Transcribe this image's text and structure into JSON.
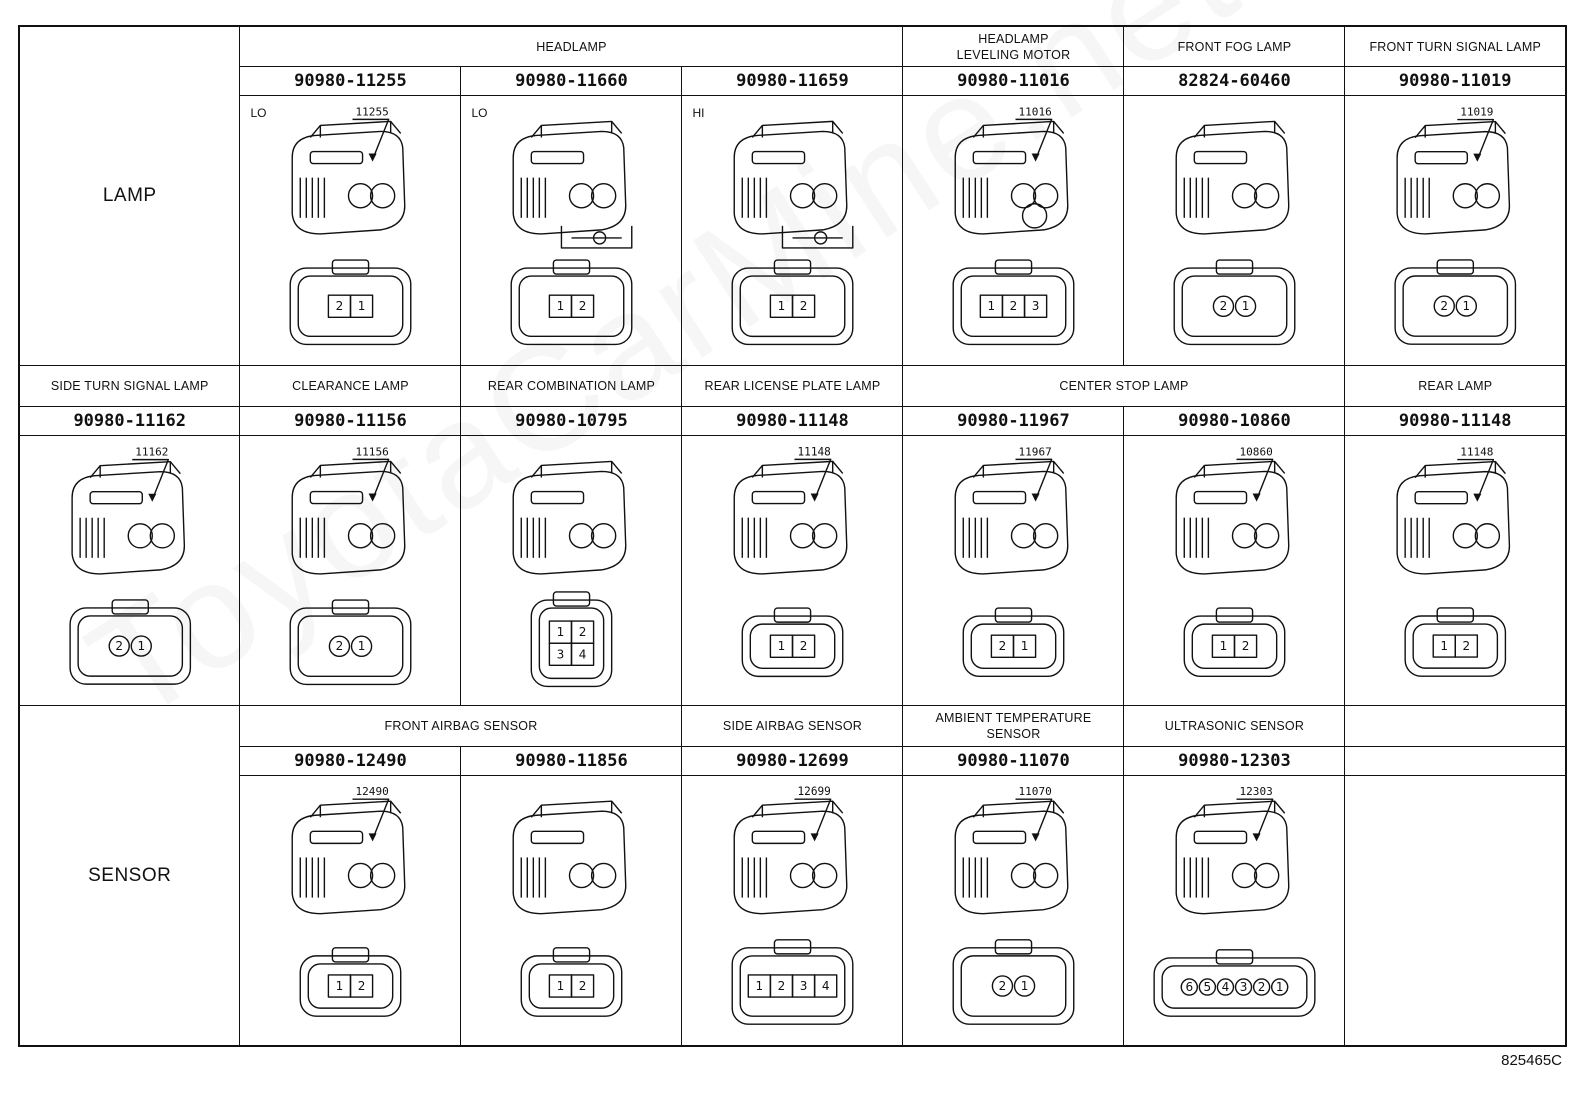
{
  "document_id": "825465C",
  "watermark": "ToyotaCarMine.net",
  "categories": {
    "lamp": "LAMP",
    "sensor": "SENSOR"
  },
  "row1": {
    "groups": [
      {
        "name": "HEADLAMP"
      },
      {
        "name": "HEADLAMP\nLEVELING MOTOR"
      },
      {
        "name": "FRONT FOG LAMP"
      },
      {
        "name": "FRONT TURN SIGNAL LAMP"
      }
    ],
    "connectors": [
      {
        "part_number": "90980-11255",
        "beam": "LO",
        "tag": "11255",
        "pins": [
          "2",
          "1"
        ]
      },
      {
        "part_number": "90980-11660",
        "beam": "LO",
        "tag": "",
        "pins": [
          "1",
          "2"
        ]
      },
      {
        "part_number": "90980-11659",
        "beam": "HI",
        "tag": "",
        "pins": [
          "1",
          "2"
        ]
      },
      {
        "part_number": "90980-11016",
        "beam": "",
        "tag": "11016",
        "pins": [
          "1",
          "2",
          "3"
        ]
      },
      {
        "part_number": "82824-60460",
        "beam": "",
        "tag": "",
        "pins": [
          "2",
          "1"
        ]
      },
      {
        "part_number": "90980-11019",
        "beam": "",
        "tag": "11019",
        "pins": [
          "2",
          "1"
        ]
      }
    ]
  },
  "row2": {
    "groups": [
      {
        "name": "SIDE TURN SIGNAL LAMP"
      },
      {
        "name": "CLEARANCE LAMP"
      },
      {
        "name": "REAR COMBINATION LAMP"
      },
      {
        "name": "REAR LICENSE PLATE LAMP"
      },
      {
        "name": "CENTER STOP LAMP"
      },
      {
        "name": "REAR LAMP"
      }
    ],
    "connectors": [
      {
        "part_number": "90980-11162",
        "tag": "11162",
        "pins": [
          "2",
          "1"
        ]
      },
      {
        "part_number": "90980-11156",
        "tag": "11156",
        "pins": [
          "2",
          "1"
        ]
      },
      {
        "part_number": "90980-10795",
        "tag": "",
        "pins": [
          "1",
          "2",
          "3",
          "4"
        ]
      },
      {
        "part_number": "90980-11148",
        "tag": "11148",
        "pins": [
          "1",
          "2"
        ]
      },
      {
        "part_number": "90980-11967",
        "tag": "11967",
        "pins": [
          "2",
          "1"
        ]
      },
      {
        "part_number": "90980-10860",
        "tag": "10860",
        "pins": [
          "1",
          "2"
        ]
      },
      {
        "part_number": "90980-11148",
        "tag": "11148",
        "pins": [
          "1",
          "2"
        ]
      }
    ]
  },
  "row3": {
    "groups": [
      {
        "name": "FRONT AIRBAG SENSOR"
      },
      {
        "name": "SIDE AIRBAG SENSOR"
      },
      {
        "name": "AMBIENT TEMPERATURE\nSENSOR"
      },
      {
        "name": "ULTRASONIC SENSOR"
      }
    ],
    "connectors": [
      {
        "part_number": "90980-12490",
        "tag": "12490",
        "pins": [
          "1",
          "2"
        ]
      },
      {
        "part_number": "90980-11856",
        "tag": "",
        "pins": [
          "1",
          "2"
        ]
      },
      {
        "part_number": "90980-12699",
        "tag": "12699",
        "pins": [
          "1",
          "2",
          "3",
          "4"
        ]
      },
      {
        "part_number": "90980-11070",
        "tag": "11070",
        "pins": [
          "2",
          "1"
        ]
      },
      {
        "part_number": "90980-12303",
        "tag": "12303",
        "pins": [
          "6",
          "5",
          "4",
          "3",
          "2",
          "1"
        ]
      }
    ]
  }
}
